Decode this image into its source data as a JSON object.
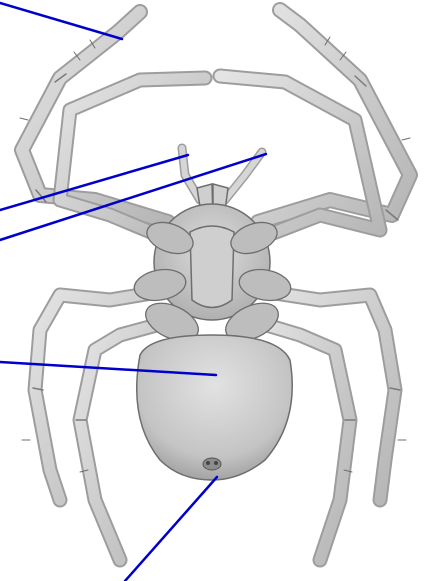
{
  "figure": {
    "subject": "spider-ventral-view",
    "background": "#ffffff",
    "body_fill": "#cfcfcf",
    "body_shade": "#a8a8a8",
    "outline": "#6e6e6e",
    "leader_line_color": "#0000cc"
  },
  "leader_lines": [
    {
      "id": "leg",
      "label": ""
    },
    {
      "id": "pedipalp",
      "label": ""
    },
    {
      "id": "chelicera",
      "label": ""
    },
    {
      "id": "abdomen",
      "label": ""
    },
    {
      "id": "spinnerets",
      "label": ""
    }
  ]
}
